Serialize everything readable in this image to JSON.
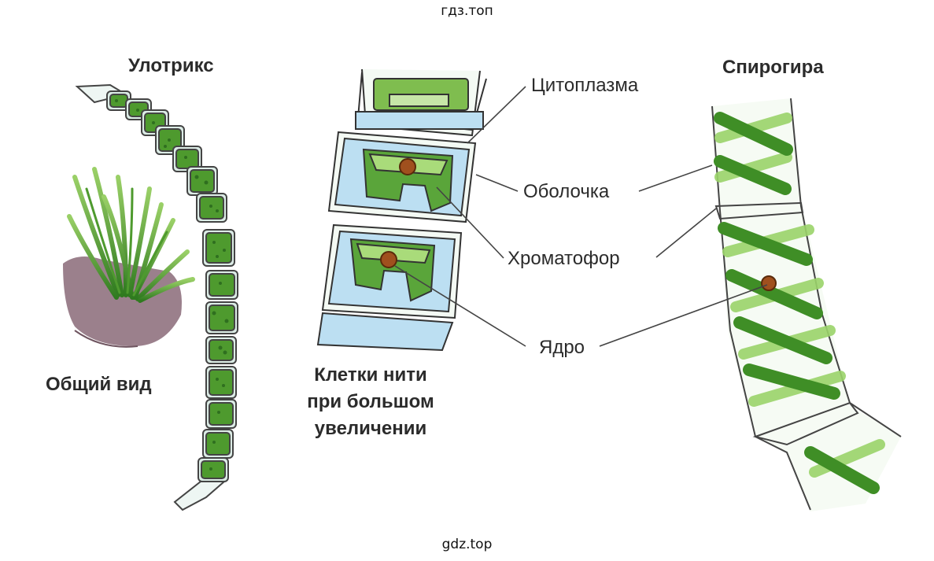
{
  "watermark_top": "гдз.топ",
  "watermark_bottom": "gdz.top",
  "titles": {
    "ulothrix": "Улотрикс",
    "spirogyra": "Спирогира",
    "general_view": "Общий вид",
    "magnified": [
      "Клетки нити",
      "при большом",
      "увеличении"
    ]
  },
  "labels": {
    "cytoplasm": "Цитоплазма",
    "membrane": "Оболочка",
    "chromatophore": "Хроматофор",
    "nucleus": "Ядро"
  },
  "colors": {
    "chloroplast": "#4e9a2e",
    "chloroplast_light": "#9bd46a",
    "cytoplasm": "#bcdff2",
    "soil": "#8a6a78",
    "nucleus": "#a0501e"
  }
}
